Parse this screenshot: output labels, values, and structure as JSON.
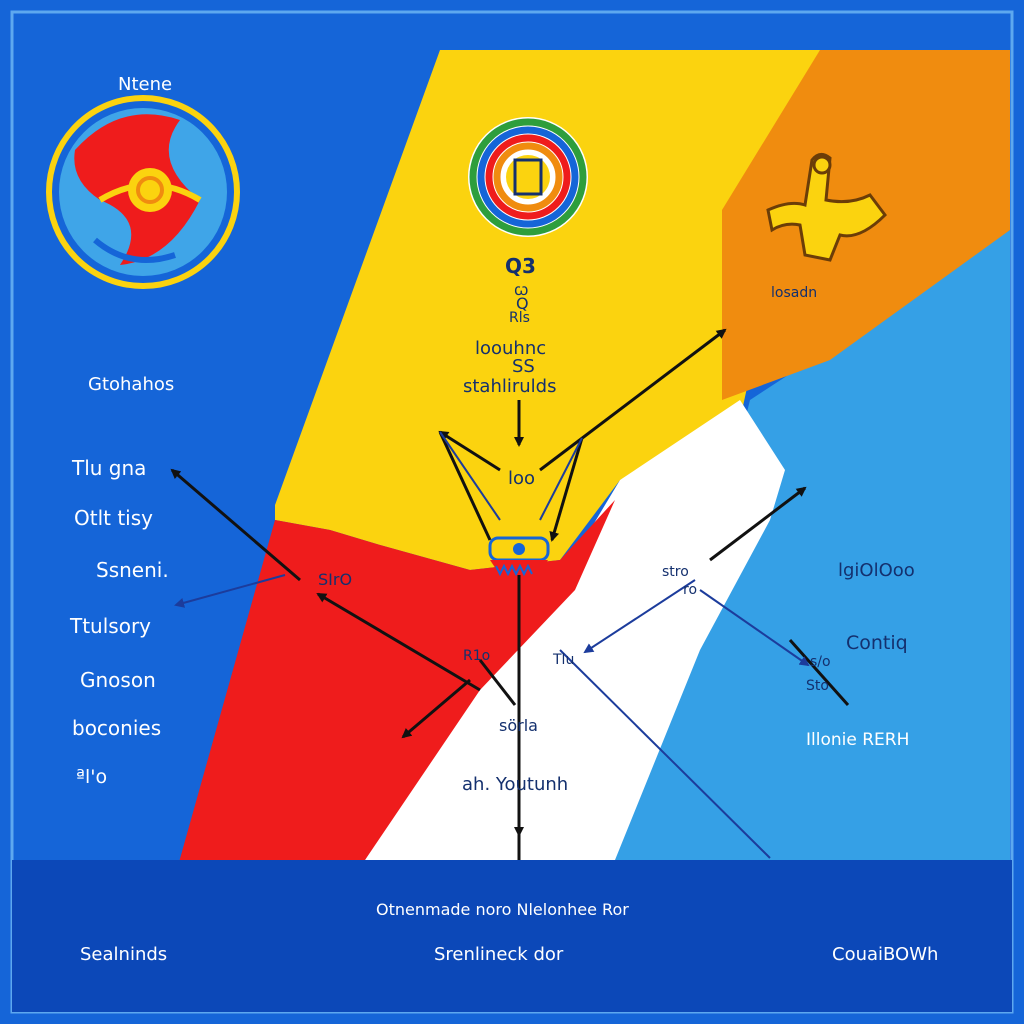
{
  "labels": {
    "top_left": "Ntene",
    "left_1": "Gtohahos",
    "left_2": "Tlu gna",
    "left_3": "Otlt tisy",
    "left_4": "Ssneni.",
    "left_5": "Ttulsory",
    "left_6": "Gnoson",
    "left_7": "boconies",
    "left_8": "ªl'o",
    "center_1": "Q3",
    "center_2": "ꞷ",
    "center_3": "Q",
    "center_4": "Rls",
    "center_5": "loouhnc",
    "center_6": "SS",
    "center_7": "stahlirulds",
    "center_8": "loo",
    "red_1": "SIrO",
    "red_2": "R1o",
    "white_1": "stro",
    "white_2": "Tlu",
    "white_3": "ro",
    "white_4": "sörla",
    "white_5": "ah. Youtunh",
    "orange_1": "losadn",
    "right_1": "lgiOlOoo",
    "right_2": "Contiq",
    "right_3": "s/o",
    "right_4": "Sto",
    "right_5": "Illonie RERH",
    "bottom_title": "Otnenmade noro Nlelonhee Ror",
    "bottom_left": "Sealninds",
    "bottom_center": "Srenlineck dor",
    "bottom_right": "CouaiBOWh"
  },
  "colors": {
    "background_blue": "#1565d8",
    "yellow": "#fbd30f",
    "orange": "#f08c0f",
    "red": "#ef1c1c",
    "white": "#ffffff",
    "light_blue": "#35a0e6",
    "band_blue": "#0c48b8",
    "arrow_black": "#111111",
    "arrow_blue": "#1c3c9c"
  },
  "icons": [
    "globe-swirl-icon",
    "rainbow-medallion-icon",
    "figure-glyph-icon",
    "ornament-emblem-icon"
  ]
}
